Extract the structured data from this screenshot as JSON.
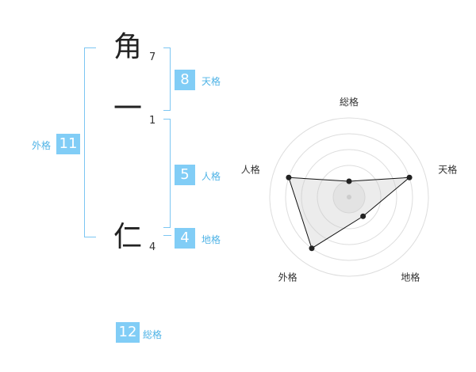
{
  "name": {
    "chars": [
      {
        "char": "角",
        "strokes": "7"
      },
      {
        "char": "一",
        "strokes": "1"
      },
      {
        "char": "仁",
        "strokes": "4"
      }
    ]
  },
  "fortunes": {
    "tenkaku": {
      "value": "8",
      "label": "天格"
    },
    "jinkaku": {
      "value": "5",
      "label": "人格"
    },
    "chikaku": {
      "value": "4",
      "label": "地格"
    },
    "gaikaku": {
      "value": "11",
      "label": "外格"
    },
    "soukaku": {
      "value": "12",
      "label": "総格"
    }
  },
  "colors": {
    "accent": "#81cdf6",
    "bracket": "#7cc6f2"
  },
  "chart_data": {
    "type": "radar",
    "axes": [
      "総格",
      "天格",
      "地格",
      "外格",
      "人格"
    ],
    "rmax": 5,
    "rings": [
      1,
      2,
      3,
      4,
      5
    ],
    "values": [
      1,
      4,
      1.5,
      4,
      4
    ]
  }
}
